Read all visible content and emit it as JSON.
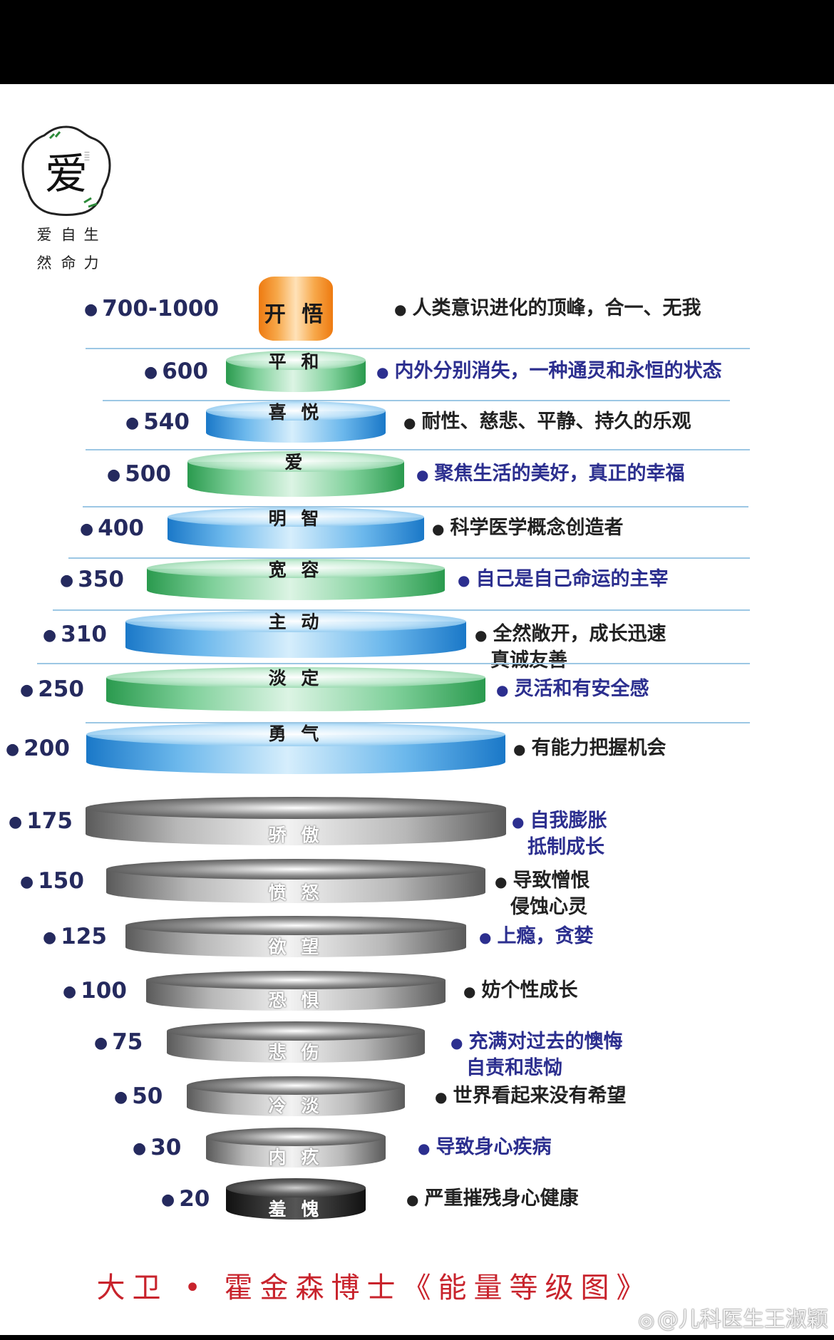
{
  "logo": {
    "character": "爱",
    "tagline_col1": "爱 然",
    "tagline_col2": "自 命",
    "tagline_col3": "生 力"
  },
  "colors": {
    "score_text": "#252a5e",
    "positive_desc_blue": "#2c2f8f",
    "neutral_desc": "#222222",
    "separator": "#9cc7e4",
    "footer_red": "#c8232c"
  },
  "levels": [
    {
      "score": "700-1000",
      "name": "开 悟",
      "desc": "人类意识进化的顶峰，合一、无我",
      "desc2": "",
      "theme": "orange",
      "desc_color": "#222222"
    },
    {
      "score": "600",
      "name": "平 和",
      "desc": "内外分别消失，一种通灵和永恒的状态",
      "desc2": "",
      "theme": "green",
      "desc_color": "#2c2f8f"
    },
    {
      "score": "540",
      "name": "喜 悦",
      "desc": "耐性、慈悲、平静、持久的乐观",
      "desc2": "",
      "theme": "blue",
      "desc_color": "#222222"
    },
    {
      "score": "500",
      "name": "爱",
      "desc": "聚焦生活的美好，真正的幸福",
      "desc2": "",
      "theme": "green",
      "desc_color": "#2c2f8f"
    },
    {
      "score": "400",
      "name": "明 智",
      "desc": "科学医学概念创造者",
      "desc2": "",
      "theme": "blue",
      "desc_color": "#222222"
    },
    {
      "score": "350",
      "name": "宽 容",
      "desc": "自己是自己命运的主宰",
      "desc2": "",
      "theme": "green",
      "desc_color": "#2c2f8f"
    },
    {
      "score": "310",
      "name": "主 动",
      "desc": "全然敞开，成长迅速",
      "desc2": "真诚友善",
      "theme": "blue",
      "desc_color": "#222222"
    },
    {
      "score": "250",
      "name": "淡 定",
      "desc": "灵活和有安全感",
      "desc2": "",
      "theme": "green",
      "desc_color": "#2c2f8f"
    },
    {
      "score": "200",
      "name": "勇 气",
      "desc": "有能力把握机会",
      "desc2": "",
      "theme": "blue",
      "desc_color": "#222222"
    },
    {
      "score": "175",
      "name": "骄 傲",
      "desc": "自我膨胀",
      "desc2": "抵制成长",
      "theme": "gray",
      "desc_color": "#2c2f8f"
    },
    {
      "score": "150",
      "name": "愤 怒",
      "desc": "导致憎恨",
      "desc2": "侵蚀心灵",
      "theme": "gray",
      "desc_color": "#222222"
    },
    {
      "score": "125",
      "name": "欲 望",
      "desc": "上瘾，贪婪",
      "desc2": "",
      "theme": "gray",
      "desc_color": "#2c2f8f"
    },
    {
      "score": "100",
      "name": "恐 惧",
      "desc": "妨个性成长",
      "desc2": "",
      "theme": "gray",
      "desc_color": "#222222"
    },
    {
      "score": "75",
      "name": "悲 伤",
      "desc": "充满对过去的懊悔",
      "desc2": "自责和悲恸",
      "theme": "gray",
      "desc_color": "#2c2f8f"
    },
    {
      "score": "50",
      "name": "冷 淡",
      "desc": "世界看起来没有希望",
      "desc2": "",
      "theme": "gray",
      "desc_color": "#222222"
    },
    {
      "score": "30",
      "name": "内 疚",
      "desc": "导致身心疾病",
      "desc2": "",
      "theme": "gray",
      "desc_color": "#2c2f8f"
    },
    {
      "score": "20",
      "name": "羞 愧",
      "desc": "严重摧残身心健康",
      "desc2": "",
      "theme": "dark",
      "desc_color": "#222222"
    }
  ],
  "footer": {
    "title": "大卫 • 霍金森博士《能量等级图》"
  },
  "watermark": {
    "text": "@儿科医生王淑颖"
  }
}
